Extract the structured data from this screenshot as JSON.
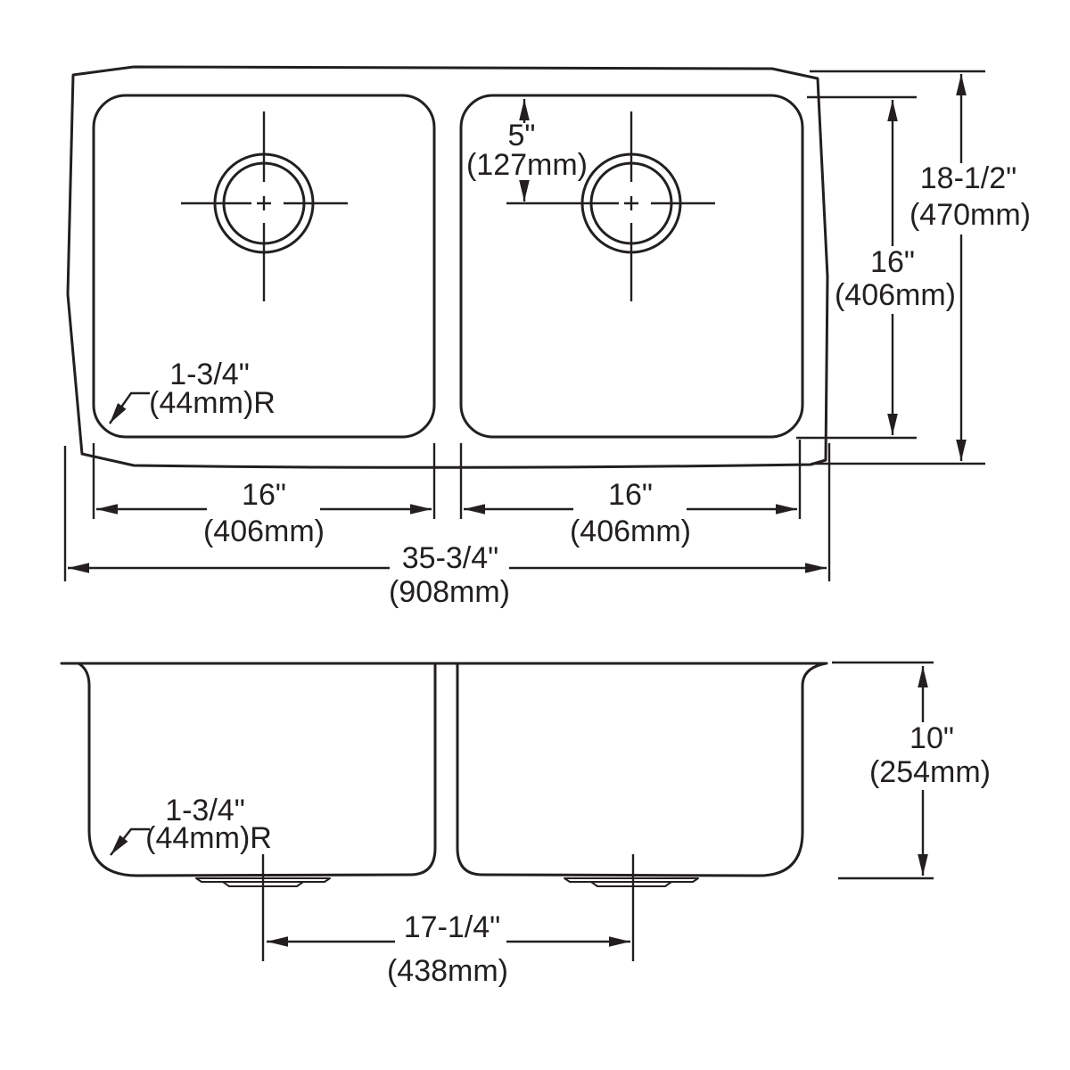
{
  "colors": {
    "line": "#231f20",
    "background": "#ffffff"
  },
  "views": {
    "top": {
      "faucet_offset": {
        "inches": "5\"",
        "metric": "(127mm)"
      },
      "overall_front_to_back": {
        "inches": "18-1/2\"",
        "metric": "(470mm)"
      },
      "bowl_front_to_back": {
        "inches": "16\"",
        "metric": "(406mm)"
      },
      "corner_radius": {
        "inches": "1-3/4\"",
        "metric": "(44mm)R"
      },
      "left_bowl_width": {
        "inches": "16\"",
        "metric": "(406mm)"
      },
      "right_bowl_width": {
        "inches": "16\"",
        "metric": "(406mm)"
      },
      "overall_width": {
        "inches": "35-3/4\"",
        "metric": "(908mm)"
      }
    },
    "side": {
      "corner_radius": {
        "inches": "1-3/4\"",
        "metric": "(44mm)R"
      },
      "bowl_depth": {
        "inches": "10\"",
        "metric": "(254mm)"
      },
      "drain_spacing": {
        "inches": "17-1/4\"",
        "metric": "(438mm)"
      }
    }
  }
}
